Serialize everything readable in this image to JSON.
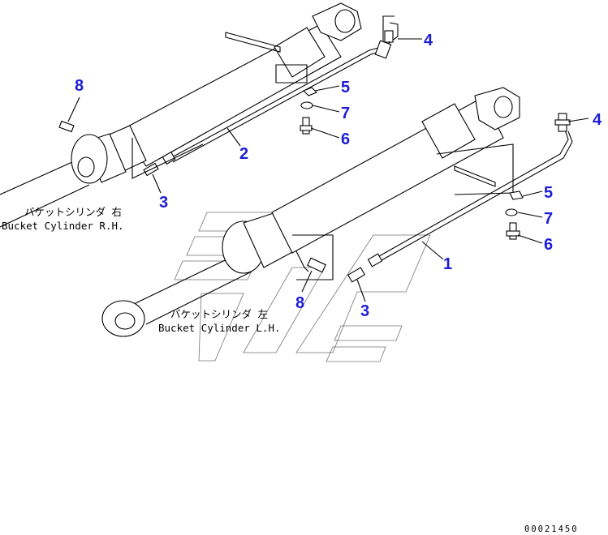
{
  "diagram": {
    "callouts": [
      {
        "id": "c1",
        "label": "1"
      },
      {
        "id": "c2",
        "label": "2"
      },
      {
        "id": "c3a",
        "label": "3"
      },
      {
        "id": "c3b",
        "label": "3"
      },
      {
        "id": "c4a",
        "label": "4"
      },
      {
        "id": "c4b",
        "label": "4"
      },
      {
        "id": "c5a",
        "label": "5"
      },
      {
        "id": "c5b",
        "label": "5"
      },
      {
        "id": "c6a",
        "label": "6"
      },
      {
        "id": "c6b",
        "label": "6"
      },
      {
        "id": "c7a",
        "label": "7"
      },
      {
        "id": "c7b",
        "label": "7"
      },
      {
        "id": "c8a",
        "label": "8"
      },
      {
        "id": "c8b",
        "label": "8"
      }
    ],
    "captions": {
      "rh_jp": "バケットシリンダ 右",
      "rh_en": "Bucket Cylinder R.H.",
      "lh_jp": "バケットシリンダ 左",
      "lh_en": "Bucket Cylinder L.H."
    },
    "document_number": "00021450",
    "colors": {
      "callout": "#1d1dd6",
      "line": "#000000"
    }
  }
}
